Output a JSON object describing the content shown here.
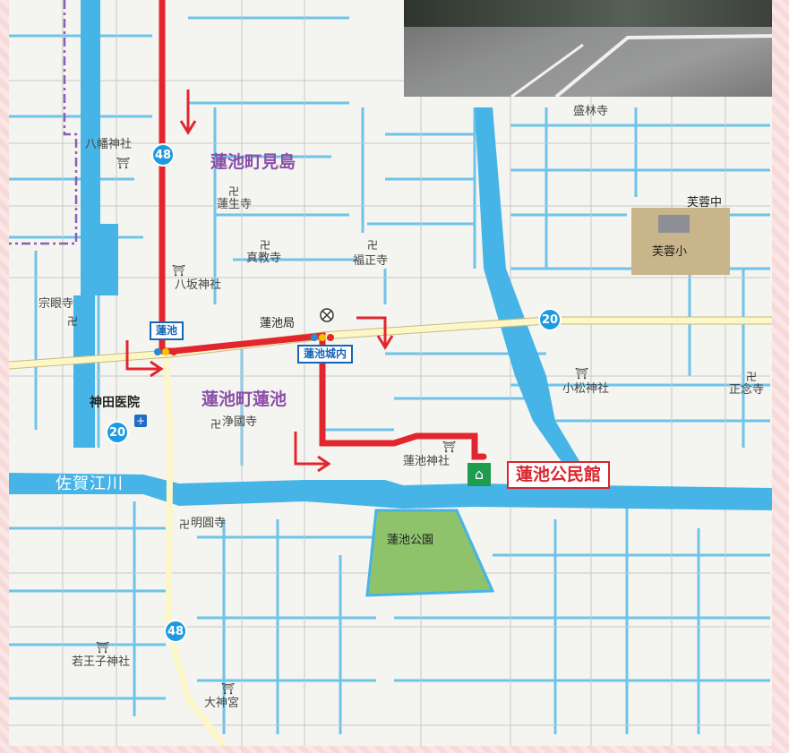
{
  "map": {
    "routes": [
      "48",
      "20",
      "20",
      "48"
    ],
    "areas": [
      "蓮池町見島",
      "蓮池町蓮池"
    ],
    "river": "佐賀江川",
    "places": {
      "hachiman": "八幡神社",
      "rensho": "蓮生寺",
      "shinkyo": "真教寺",
      "fukusho": "福正寺",
      "hassaka": "八坂神社",
      "sogenji": "宗眼寺",
      "jokokuji": "浄國寺",
      "renchi_shrine": "蓮池神社",
      "myoonji": "明圓寺",
      "park": "蓮池公園",
      "komatsu": "小松神社",
      "shonenji": "正念寺",
      "seirinji": "盛林寺",
      "fuyo_middle": "芙蓉中",
      "fuyo_elem": "芙蓉小",
      "wakaoji": "若王子神社",
      "daijingu": "大神宮",
      "post_office": "蓮池局",
      "clinic": "神田医院"
    },
    "signals": {
      "hasuike": "蓮池",
      "jonai": "蓮池城内"
    },
    "destination": "蓮池公民館",
    "colors": {
      "water": "#46b4e6",
      "route": "#e3262e",
      "road": "#fdf7c8",
      "park": "#8ec26b",
      "school": "#c9b58a",
      "dest": "#d9262e",
      "signal": "#1565b8"
    }
  }
}
